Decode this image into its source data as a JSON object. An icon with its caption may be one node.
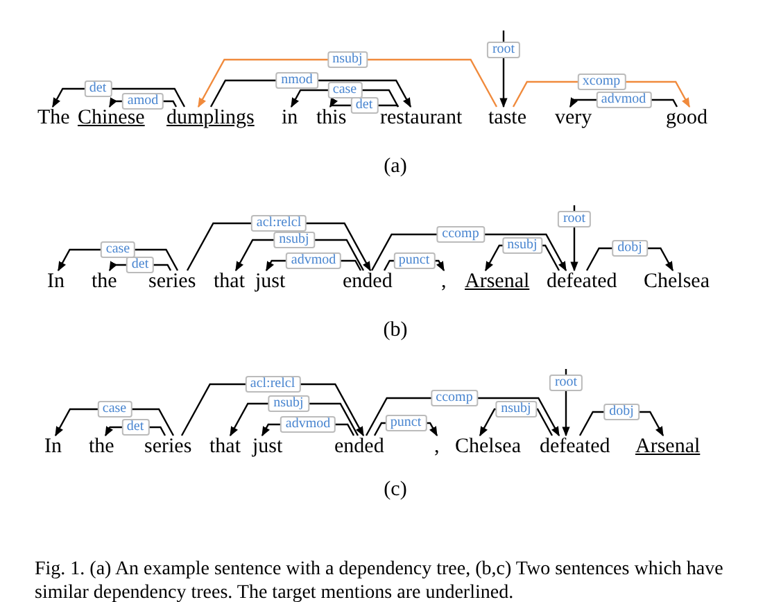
{
  "diagram": {
    "caption": "Fig. 1. (a) An example sentence with a dependency tree, (b,c) Two sentences which have similar dependency trees. The target mentions are underlined.",
    "nodes": [
      {
        "text": [
          "The"
        ]
      },
      {
        "text": [
          "Chinese"
        ]
      },
      {
        "text": [
          "dumplings"
        ]
      },
      {
        "text": [
          "in"
        ]
      },
      {
        "text": [
          "this"
        ]
      },
      {
        "text": [
          "restaurant"
        ]
      },
      {
        "text": [
          "taste"
        ]
      },
      {
        "text": [
          "very"
        ]
      },
      {
        "text": [
          "good"
        ]
      },
      {
        "text": [
          "In"
        ]
      },
      {
        "text": [
          "the"
        ]
      },
      {
        "text": [
          "series"
        ]
      },
      {
        "text": [
          "that"
        ]
      },
      {
        "text": [
          "just"
        ]
      },
      {
        "text": [
          "ended"
        ]
      },
      {
        "text": [
          ","
        ]
      },
      {
        "text": [
          "Arsenal"
        ]
      },
      {
        "text": [
          "defeated"
        ]
      },
      {
        "text": [
          "Chelsea"
        ]
      },
      {
        "text": [
          "In"
        ]
      },
      {
        "text": [
          "the"
        ]
      },
      {
        "text": [
          "series"
        ]
      },
      {
        "text": [
          "that"
        ]
      },
      {
        "text": [
          "just"
        ]
      },
      {
        "text": [
          "ended"
        ]
      },
      {
        "text": [
          ","
        ]
      },
      {
        "text": [
          "Chelsea"
        ]
      },
      {
        "text": [
          "defeated"
        ]
      },
      {
        "text": [
          "Arsenal"
        ]
      }
    ],
    "edges": [
      {
        "from": 2,
        "to": 0,
        "arrow": "to",
        "label": "det"
      },
      {
        "from": 2,
        "to": 1,
        "arrow": "to",
        "label": "amod"
      },
      {
        "from": 6,
        "to": 2,
        "arrow": "to",
        "label": "nsubj",
        "color": "#f08a3c"
      },
      {
        "from": 2,
        "to": 5,
        "arrow": "to",
        "label": "nmod"
      },
      {
        "from": 5,
        "to": 3,
        "arrow": "to",
        "label": "case"
      },
      {
        "from": 5,
        "to": 4,
        "arrow": "to",
        "label": "det"
      },
      {
        "from": null,
        "to": 6,
        "arrow": "to",
        "label": "root"
      },
      {
        "from": 6,
        "to": 8,
        "arrow": "to",
        "label": "xcomp",
        "color": "#f08a3c"
      },
      {
        "from": 8,
        "to": 7,
        "arrow": "to",
        "label": "advmod"
      },
      {
        "from": 11,
        "to": 9,
        "arrow": "to",
        "label": "case"
      },
      {
        "from": 11,
        "to": 10,
        "arrow": "to",
        "label": "det"
      },
      {
        "from": 11,
        "to": 14,
        "arrow": "to",
        "label": "acl:relcl"
      },
      {
        "from": 14,
        "to": 12,
        "arrow": "to",
        "label": "nsubj"
      },
      {
        "from": 14,
        "to": 13,
        "arrow": "to",
        "label": "advmod"
      },
      {
        "from": 14,
        "to": 15,
        "arrow": "to",
        "label": "punct"
      },
      {
        "from": 14,
        "to": 17,
        "arrow": "to",
        "label": "ccomp"
      },
      {
        "from": 17,
        "to": 16,
        "arrow": "to",
        "label": "nsubj"
      },
      {
        "from": null,
        "to": 17,
        "arrow": "to",
        "label": "root"
      },
      {
        "from": 17,
        "to": 18,
        "arrow": "to",
        "label": "dobj"
      },
      {
        "from": 21,
        "to": 19,
        "arrow": "to",
        "label": "case"
      },
      {
        "from": 21,
        "to": 20,
        "arrow": "to",
        "label": "det"
      },
      {
        "from": 21,
        "to": 24,
        "arrow": "to",
        "label": "acl:relcl"
      },
      {
        "from": 24,
        "to": 22,
        "arrow": "to",
        "label": "nsubj"
      },
      {
        "from": 24,
        "to": 23,
        "arrow": "to",
        "label": "advmod"
      },
      {
        "from": 24,
        "to": 25,
        "arrow": "to",
        "label": "punct"
      },
      {
        "from": 24,
        "to": 27,
        "arrow": "to",
        "label": "ccomp"
      },
      {
        "from": 27,
        "to": 26,
        "arrow": "to",
        "label": "nsubj"
      },
      {
        "from": null,
        "to": 27,
        "arrow": "to",
        "label": "root"
      },
      {
        "from": 27,
        "to": 28,
        "arrow": "to",
        "label": "dobj"
      }
    ],
    "labels": [
      "(a)",
      "(b)",
      "(c)"
    ]
  }
}
